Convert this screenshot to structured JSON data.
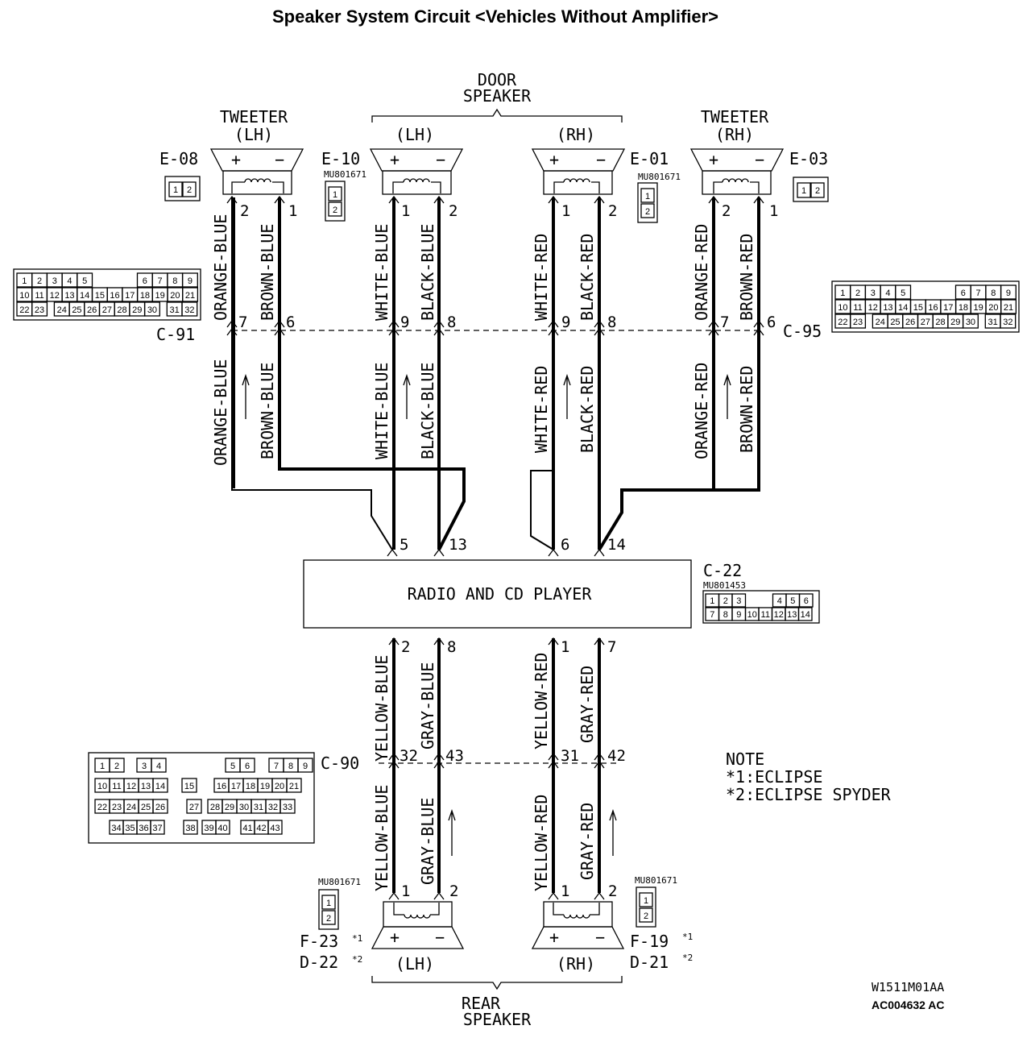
{
  "title": "Speaker System Circuit <Vehicles Without Amplifier>",
  "door_speaker": {
    "line1": "DOOR",
    "line2": "SPEAKER",
    "lh": "(LH)",
    "rh": "(RH)"
  },
  "rear_speaker": {
    "line1": "REAR",
    "line2": "SPEAKER",
    "lh": "(LH)",
    "rh": "(RH)"
  },
  "tweeter_lh": {
    "line1": "TWEETER",
    "line2": "(LH)"
  },
  "tweeter_rh": {
    "line1": "TWEETER",
    "line2": "(RH)"
  },
  "radio": {
    "label": "RADIO AND CD PLAYER",
    "connector": "C-22",
    "part": "MU801453"
  },
  "connectors": {
    "e08": "E-08",
    "e10": "E-10",
    "e01": "E-01",
    "e03": "E-03",
    "c91": "C-91",
    "c95": "C-95",
    "c90": "C-90",
    "f23": "F-23",
    "d22": "D-22",
    "f19": "F-19",
    "d21": "D-21"
  },
  "part_no": "MU801671",
  "marks": {
    "note1": "*1",
    "note2": "*2"
  },
  "terminals": {
    "plus": "+",
    "minus": "−"
  },
  "wires": {
    "orange_blue": "ORANGE-BLUE",
    "brown_blue": "BROWN-BLUE",
    "white_blue": "WHITE-BLUE",
    "black_blue": "BLACK-BLUE",
    "white_red": "WHITE-RED",
    "black_red": "BLACK-RED",
    "orange_red": "ORANGE-RED",
    "brown_red": "BROWN-RED",
    "yellow_blue": "YELLOW-BLUE",
    "gray_blue": "GRAY-BLUE",
    "yellow_red": "YELLOW-RED",
    "gray_red": "GRAY-RED"
  },
  "pins": {
    "p1": "1",
    "p2": "2",
    "p5": "5",
    "p6": "6",
    "p7": "7",
    "p8": "8",
    "p9": "9",
    "p13": "13",
    "p14": "14",
    "p31": "31",
    "p32": "32",
    "p42": "42",
    "p43": "43"
  },
  "note": {
    "heading": "NOTE",
    "line1": "*1:ECLIPSE",
    "line2": "*2:ECLIPSE SPYDER"
  },
  "codes": {
    "drawing": "W1511M01AA",
    "figure": "AC004632 AC"
  },
  "pinmaps": {
    "c91_row1": [
      "1",
      "2",
      "3",
      "4",
      "5",
      "6",
      "7",
      "8",
      "9"
    ],
    "c91_row2": [
      "10",
      "11",
      "12",
      "13",
      "14",
      "15",
      "16",
      "17",
      "18",
      "19",
      "20",
      "21"
    ],
    "c91_row3": [
      "22",
      "23",
      "24",
      "25",
      "26",
      "27",
      "28",
      "29",
      "30",
      "31",
      "32"
    ],
    "c22_row1": [
      "1",
      "2",
      "3",
      "4",
      "5",
      "6"
    ],
    "c22_row2": [
      "7",
      "8",
      "9",
      "10",
      "11",
      "12",
      "13",
      "14"
    ],
    "c90_row1": [
      "1",
      "2",
      "3",
      "4",
      "5",
      "6",
      "7",
      "8",
      "9"
    ],
    "c90_row2": [
      "10",
      "11",
      "12",
      "13",
      "14",
      "15",
      "16",
      "17",
      "18",
      "19",
      "20",
      "21"
    ],
    "c90_row3": [
      "22",
      "23",
      "24",
      "25",
      "26",
      "27",
      "28",
      "29",
      "30",
      "31",
      "32",
      "33"
    ],
    "c90_row4": [
      "34",
      "35",
      "36",
      "37",
      "38",
      "39",
      "40",
      "41",
      "42",
      "43"
    ]
  }
}
